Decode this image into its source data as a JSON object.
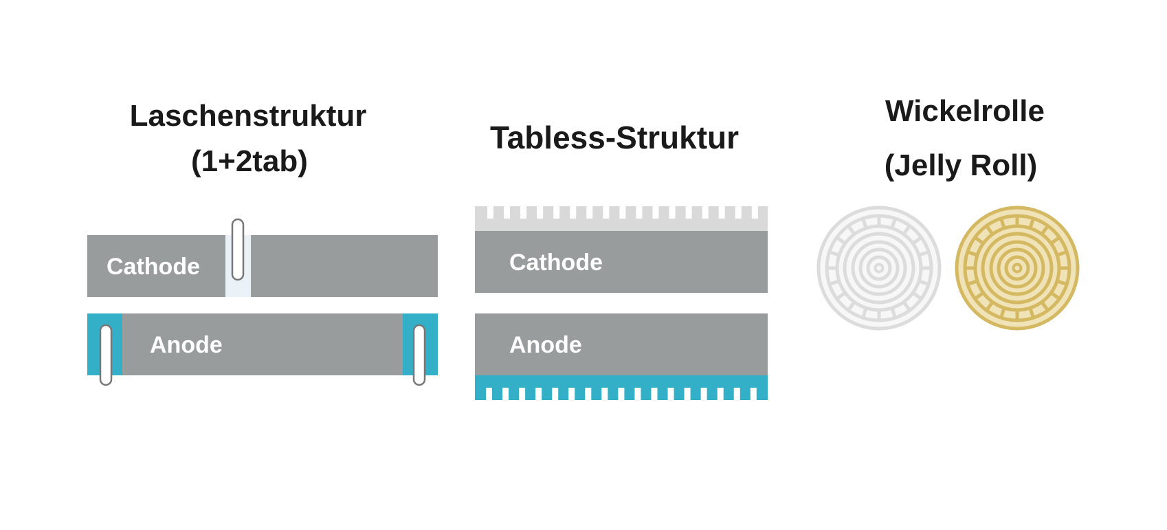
{
  "colors": {
    "background": "#ffffff",
    "title_text": "#1a1a1a",
    "electrode_gray": "#999c9d",
    "anode_current_collector_teal": "#33b0c8",
    "cathode_tab_strip": "#eaf1f7",
    "cathode_foil_band": "#d9d9d9",
    "tab_outline": "#777777",
    "jelly_roll_gray_stroke": "#dcdcdc",
    "jelly_roll_gray_fill": "#f7f7f7",
    "jelly_roll_gold_stroke": "#d4b962",
    "jelly_roll_gold_fill": "#f0e3b8"
  },
  "panels": [
    {
      "id": "tab-structure",
      "title_line1": "Laschenstruktur",
      "title_line2": "(1+2tab)",
      "cathode_label": "Cathode",
      "anode_label": "Anode"
    },
    {
      "id": "tabless-structure",
      "title_line1": "Tabless-Struktur",
      "cathode_label": "Cathode",
      "anode_label": "Anode",
      "notch_count_top": 17,
      "notch_count_bottom": 17
    },
    {
      "id": "jelly-roll",
      "title_line1": "Wickelrolle",
      "title_line2": "(Jelly Roll)",
      "rolls": [
        {
          "name": "gray-roll",
          "segments": 20
        },
        {
          "name": "gold-roll",
          "segments": 20
        }
      ]
    }
  ]
}
